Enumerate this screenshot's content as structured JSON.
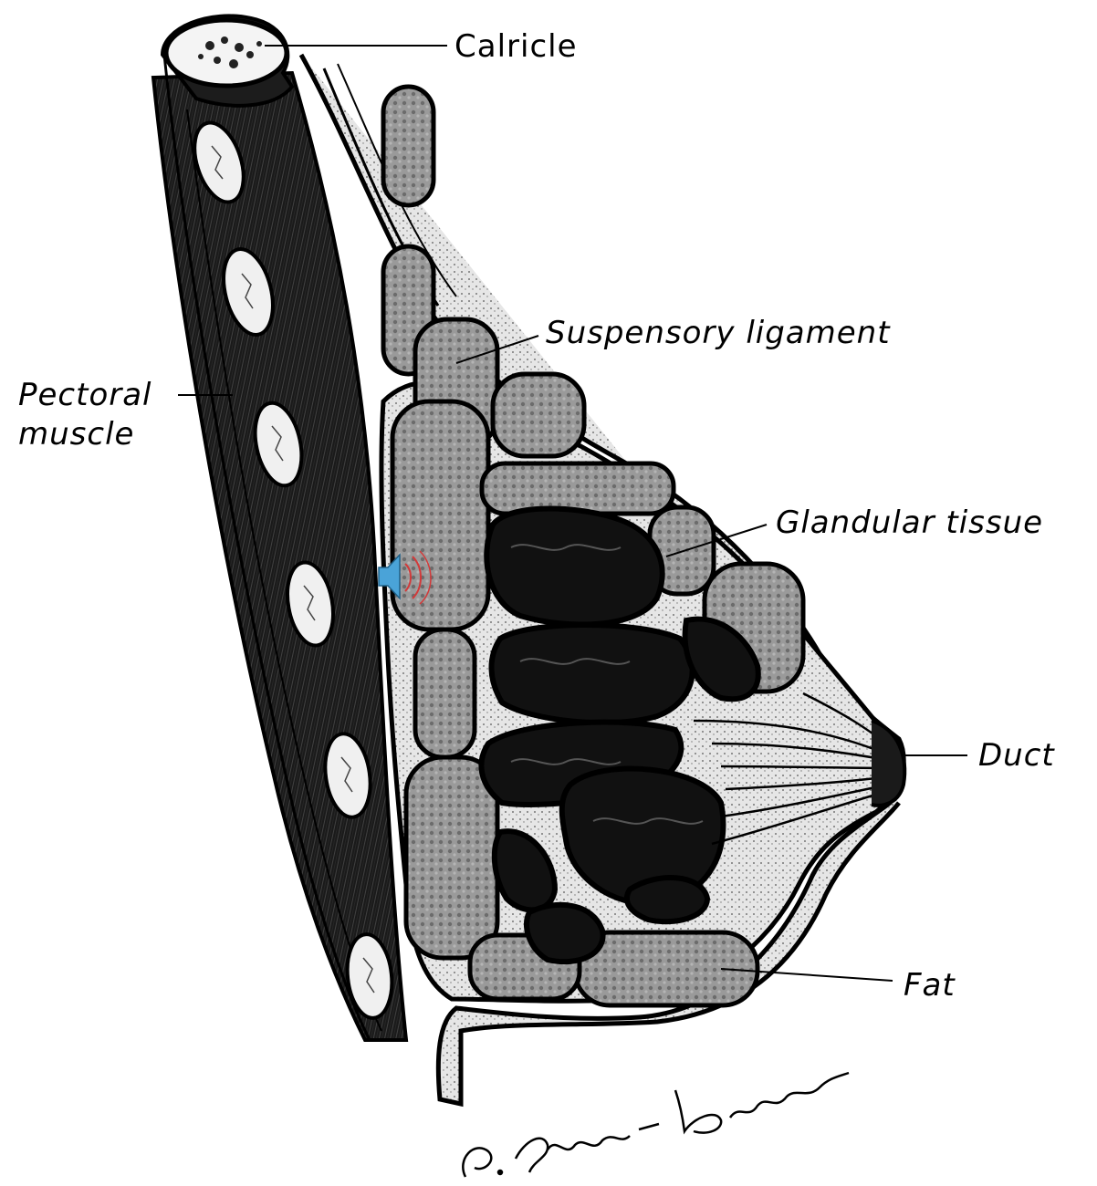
{
  "labels": {
    "calricle": "Calricle",
    "suspensory_ligament": "Suspensory ligament",
    "pectoral_line1": "Pectoral",
    "pectoral_line2": "muscle",
    "glandular_tissue": "Glandular tissue",
    "duct": "Duct",
    "fat": "Fat"
  },
  "signature": "S. Shapiro-Bunner",
  "icons": {
    "speaker": "speaker-icon"
  },
  "colors": {
    "ink": "#000000",
    "paper": "#ffffff",
    "muscle": "#141414",
    "lobule": "#0d0d0d",
    "fat_lobule": "#8a8a8a",
    "stroma": "#d9d9d9",
    "speaker_blue": "#4aa3d8",
    "speaker_red": "#d23a3a"
  }
}
